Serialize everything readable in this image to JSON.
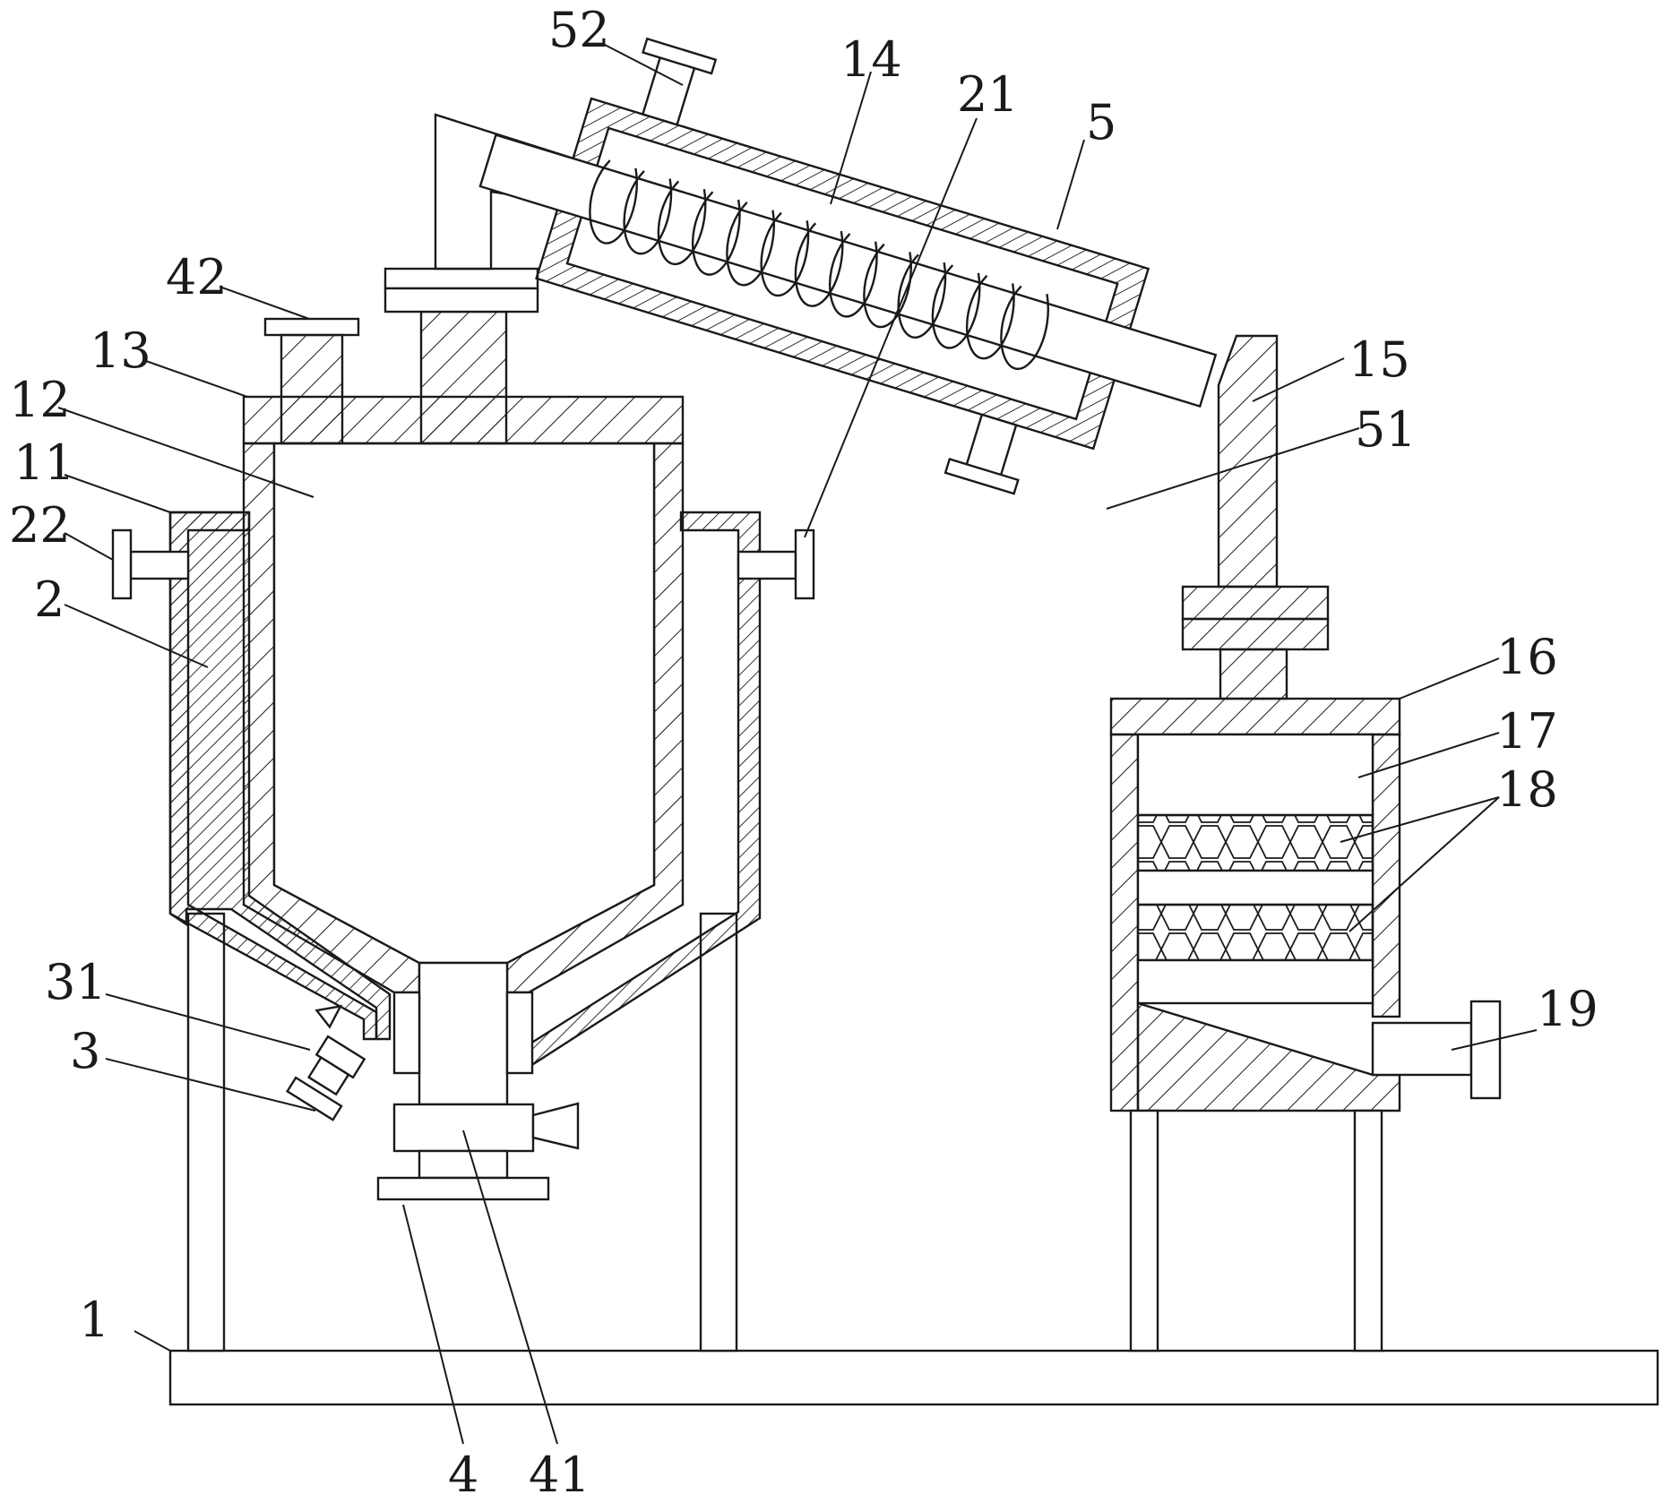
{
  "callouts": [
    {
      "id": "52",
      "text": "52"
    },
    {
      "id": "14",
      "text": "14"
    },
    {
      "id": "21",
      "text": "21"
    },
    {
      "id": "5",
      "text": "5"
    },
    {
      "id": "42",
      "text": "42"
    },
    {
      "id": "13",
      "text": "13"
    },
    {
      "id": "12",
      "text": "12"
    },
    {
      "id": "11",
      "text": "11"
    },
    {
      "id": "22",
      "text": "22"
    },
    {
      "id": "2",
      "text": "2"
    },
    {
      "id": "15",
      "text": "15"
    },
    {
      "id": "51",
      "text": "51"
    },
    {
      "id": "16",
      "text": "16"
    },
    {
      "id": "17",
      "text": "17"
    },
    {
      "id": "18",
      "text": "18"
    },
    {
      "id": "19",
      "text": "19"
    },
    {
      "id": "31",
      "text": "31"
    },
    {
      "id": "3",
      "text": "3"
    },
    {
      "id": "1",
      "text": "1"
    },
    {
      "id": "4",
      "text": "4"
    },
    {
      "id": "41",
      "text": "41"
    }
  ]
}
